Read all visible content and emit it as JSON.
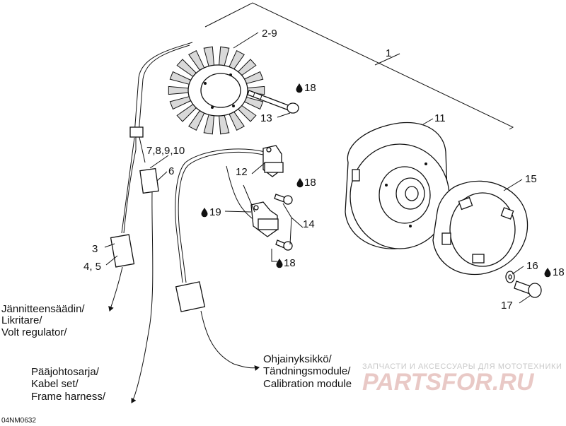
{
  "diagram": {
    "callouts": {
      "c1": "1",
      "c2_9": "2-9",
      "c18_a": "18",
      "c13": "13",
      "c11": "11",
      "c7_10": "7,8,9,10",
      "c6": "6",
      "c12": "12",
      "c18_b": "18",
      "c15": "15",
      "c19": "19",
      "c14": "14",
      "c3": "3",
      "c4_5": "4, 5",
      "c18_c": "18",
      "c16": "16",
      "c18_d": "18",
      "c17": "17"
    },
    "notes": {
      "volt_regulator": [
        "Jännitteensäädin/",
        "Likritare/",
        "Volt regulator/"
      ],
      "frame_harness": [
        "Pääjohtosarja/",
        "Kabel set/",
        "Frame harness/"
      ],
      "calibration": [
        "Ohjainyksikkö/",
        "Tändningsmodule/",
        "Calibration module"
      ]
    },
    "drawing_code": "04NM0632"
  },
  "watermark": {
    "tagline": "ЗАПЧАСТИ И АКСЕССУАРЫ ДЛЯ МОТОТЕХНИКИ",
    "brand": "PARTSFOR.RU"
  },
  "icons": {
    "oil_drop": "oil-drop-icon"
  }
}
